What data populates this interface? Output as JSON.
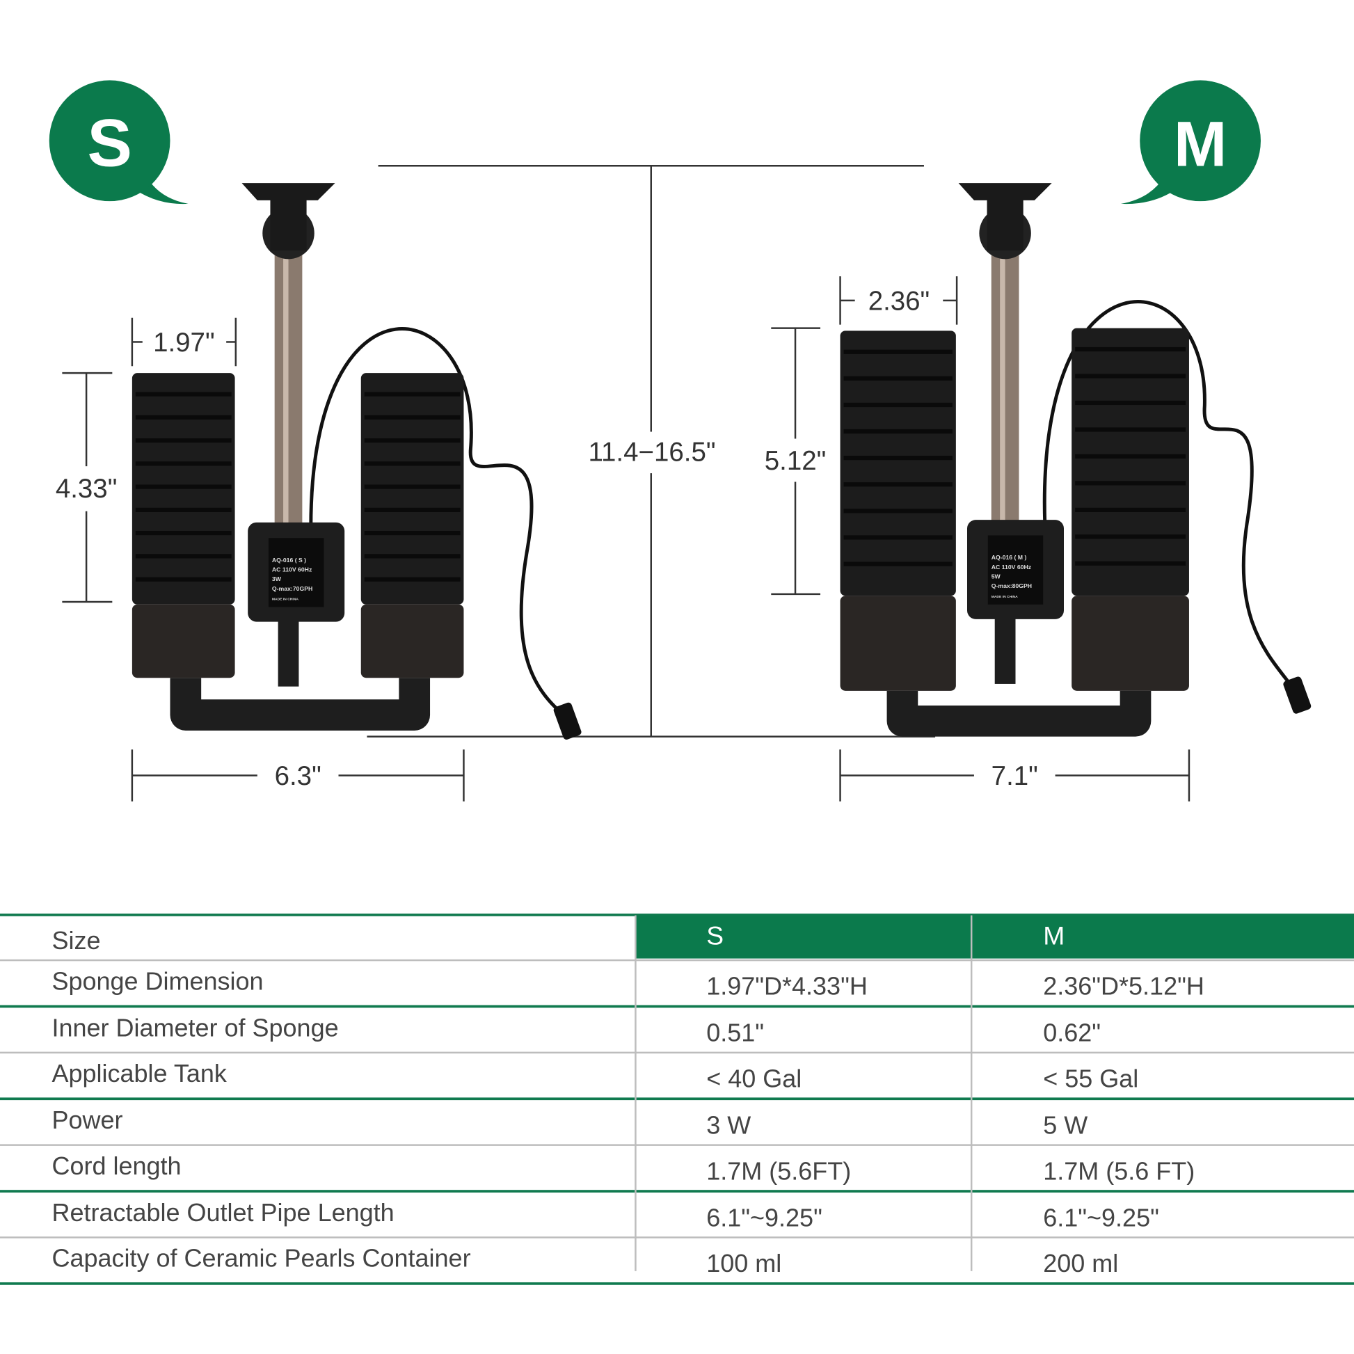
{
  "badges": {
    "small": "S",
    "medium": "M"
  },
  "dimensions": {
    "height_range": "11.4−16.5\"",
    "s_sponge_diameter": "1.97\"",
    "s_sponge_height": "4.33\"",
    "s_width": "6.3\"",
    "m_sponge_diameter": "2.36\"",
    "m_sponge_height": "5.12\"",
    "m_width": "7.1\""
  },
  "pump_labels": {
    "s": {
      "model": "AQ-016 ( S )",
      "voltage": "AC 110V 60Hz",
      "power": "3W",
      "flow": "Q-max:70GPH",
      "origin": "MADE IN CHINA"
    },
    "m": {
      "model": "AQ-016 ( M )",
      "voltage": "AC 110V 60Hz",
      "power": "5W",
      "flow": "Q-max:80GPH",
      "origin": "MADE IN CHINA"
    }
  },
  "colors": {
    "brand_green": "#0b7a4c"
  },
  "table": {
    "header": {
      "label": "Size",
      "s": "S",
      "m": "M"
    },
    "rows": [
      {
        "label": "Sponge Dimension",
        "s": "1.97\"D*4.33\"H",
        "m": "2.36\"D*5.12\"H"
      },
      {
        "label": "Inner Diameter of Sponge",
        "s": "0.51\"",
        "m": "0.62\""
      },
      {
        "label": "Applicable Tank",
        "s": "< 40 Gal",
        "m": "< 55 Gal"
      },
      {
        "label": "Power",
        "s": "3 W",
        "m": "5 W"
      },
      {
        "label": "Cord length",
        "s": "1.7M (5.6FT)",
        "m": "1.7M (5.6 FT)"
      },
      {
        "label": "Retractable Outlet Pipe Length",
        "s": "6.1\"~9.25\"",
        "m": "6.1\"~9.25\""
      },
      {
        "label": "Capacity of Ceramic Pearls Container",
        "s": "100 ml",
        "m": "200 ml"
      }
    ]
  }
}
